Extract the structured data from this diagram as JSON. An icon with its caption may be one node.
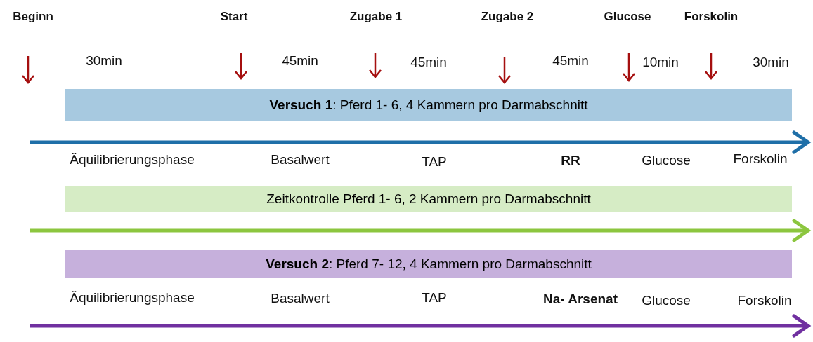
{
  "diagram": {
    "nodes": [
      {
        "text": [
          "**Versuch 1**: Pferd 1- 6, 4 Kammern pro Darmabschnitt"
        ]
      },
      {
        "text": [
          "Zeitkontrolle Pferd 1- 6, 2 Kammern pro Darmabschnitt"
        ]
      },
      {
        "text": [
          "**Versuch 2**: Pferd 7- 12, 4 Kammern pro Darmabschnitt"
        ]
      }
    ],
    "edges": [],
    "labels": [
      "Beginn",
      "Start",
      "Zugabe 1",
      "Zugabe 2",
      "Glucose",
      "Forskolin",
      "30min",
      "45min",
      "45min",
      "45min",
      "10min",
      "30min",
      "Äquilibrierungsphase",
      "Basalwert",
      "TAP",
      "RR",
      "Glucose",
      "Forskolin",
      "Äquilibrierungsphase",
      "Basalwert",
      "TAP",
      "Na- Arsenat",
      "Glucose",
      "Forskolin"
    ]
  }
}
